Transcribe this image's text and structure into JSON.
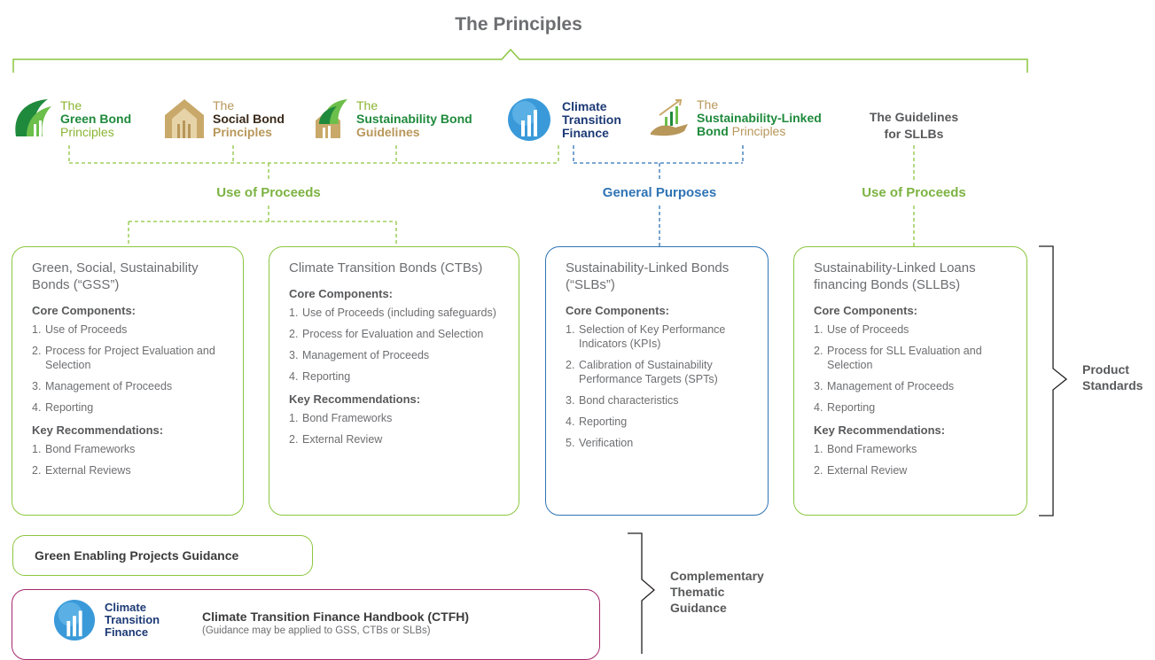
{
  "title": "The Principles",
  "logos": {
    "gbp": {
      "small": "The",
      "line1": "Green Bond",
      "line2": "Principles"
    },
    "sbp": {
      "small": "The",
      "line1": "Social Bond",
      "line2": "Principles"
    },
    "sbg": {
      "small": "The",
      "line1": "Sustainability Bond",
      "line2": "Guidelines"
    },
    "ctf": {
      "line1": "Climate",
      "line2": "Transition",
      "line3": "Finance"
    },
    "slbp": {
      "small": "The",
      "line1": "Sustainability-Linked",
      "line2a": "Bond",
      "line2b": "Principles"
    },
    "sllb": {
      "line1": "The Guidelines",
      "line2": "for SLLBs"
    }
  },
  "group_labels": {
    "uop1": "Use of Proceeds",
    "general": "General Purposes",
    "uop2": "Use of Proceeds"
  },
  "cards": [
    {
      "title": "Green, Social, Sustainability Bonds (“GSS”)",
      "sections": [
        {
          "heading": "Core Components:",
          "items": [
            "Use of Proceeds",
            "Process for Project Evaluation and Selection",
            "Management of Proceeds",
            "Reporting"
          ]
        },
        {
          "heading": "Key Recommendations:",
          "items": [
            "Bond Frameworks",
            "External Reviews"
          ]
        }
      ]
    },
    {
      "title": "Climate Transition Bonds (CTBs)",
      "sections": [
        {
          "heading": "Core Components:",
          "items": [
            "Use of Proceeds (including safeguards)",
            "Process for Evaluation and Selection",
            "Management of Proceeds",
            "Reporting"
          ]
        },
        {
          "heading": "Key Recommendations:",
          "items": [
            "Bond Frameworks",
            "External Review"
          ]
        }
      ]
    },
    {
      "title": "Sustainability-Linked Bonds (“SLBs”)",
      "sections": [
        {
          "heading": "Core Components:",
          "items": [
            "Selection of Key Performance Indicators (KPIs)",
            "Calibration of Sustainability Performance Targets (SPTs)",
            "Bond characteristics",
            "Reporting",
            "Verification"
          ]
        }
      ]
    },
    {
      "title": "Sustainability-Linked Loans financing Bonds (SLLBs)",
      "sections": [
        {
          "heading": "Core Components:",
          "items": [
            "Use of Proceeds",
            "Process for SLL Evaluation and Selection",
            "Management of Proceeds",
            "Reporting"
          ]
        },
        {
          "heading": "Key Recommendations:",
          "items": [
            "Bond Frameworks",
            "External Review"
          ]
        }
      ]
    }
  ],
  "product_standards": {
    "line1": "Product",
    "line2": "Standards"
  },
  "green_enabling": "Green Enabling Projects Guidance",
  "ctfh": {
    "logo_line1": "Climate",
    "logo_line2": "Transition",
    "logo_line3": "Finance",
    "title": "Climate Transition Finance Handbook (CTFH)",
    "subtitle": "(Guidance may be applied to GSS, CTBs or SLBs)"
  },
  "complementary": {
    "line1": "Complementary",
    "line2": "Thematic",
    "line3": "Guidance"
  },
  "colors": {
    "green": "#8cc63f",
    "label_green": "#7cb342",
    "blue": "#2f74b5",
    "magenta": "#a4276f",
    "text_grey": "#6d6e71"
  }
}
